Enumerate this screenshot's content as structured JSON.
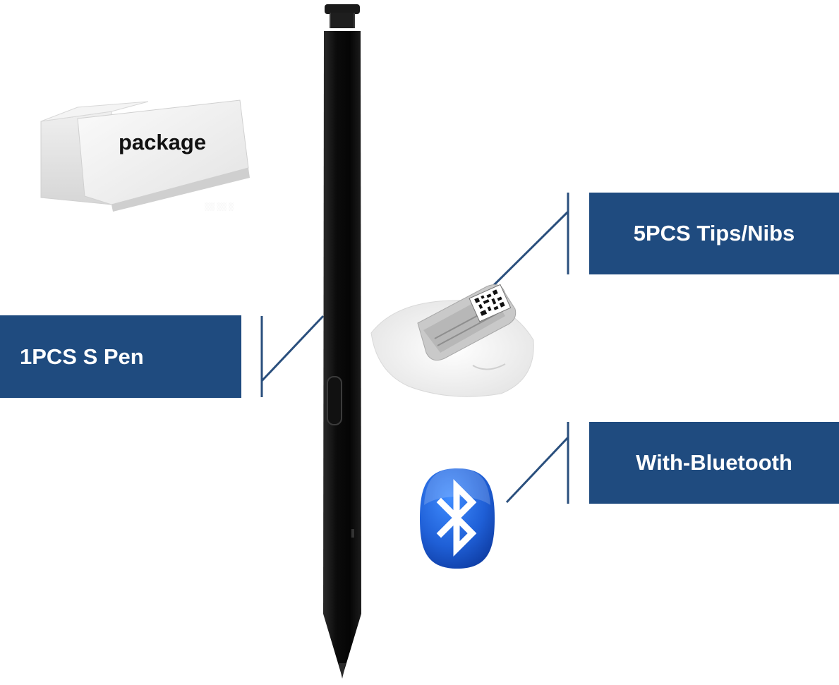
{
  "labels": {
    "pen": "1PCS S Pen",
    "tips": "5PCS Tips/Nibs",
    "bluetooth": "With-Bluetooth",
    "package": "package"
  },
  "icons": {
    "bluetooth": "bluetooth-icon",
    "pen": "stylus-pen",
    "package": "package-box",
    "nibs": "nib-bag"
  },
  "colors": {
    "label_bg": "#1f4b7f",
    "label_text": "#ffffff",
    "connector": "#2a4f7d",
    "bluetooth_blue": "#1f5fd6"
  }
}
